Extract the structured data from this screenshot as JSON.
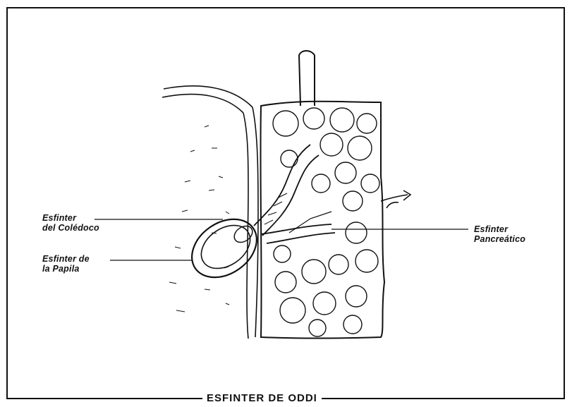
{
  "caption": "ESFINTER DE ODDI",
  "labels": {
    "coledoco": {
      "line1": "Esfinter",
      "line2": "del Colédoco"
    },
    "papila": {
      "line1": "Esfinter de",
      "line2": "la Papila"
    },
    "pancreatico": {
      "line1": "Esfinter",
      "line2": "Pancreático"
    }
  }
}
